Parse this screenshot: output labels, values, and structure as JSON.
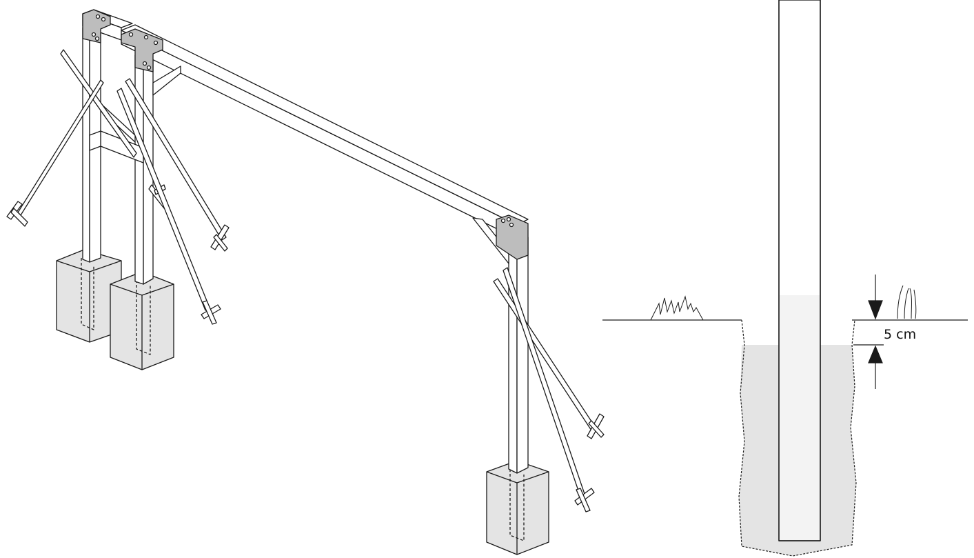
{
  "figure": {
    "annotation": "5 cm"
  },
  "colors": {
    "line": "#1a1a1a",
    "concrete": "#e4e4e4",
    "bracket": "#bdbdbd",
    "post_fill": "#ffffff",
    "post_in_concrete": "#f3f3f3"
  },
  "parts": {
    "posts": 3,
    "concrete_footings": 3,
    "support_struts": 6,
    "corner_brackets": 3
  }
}
